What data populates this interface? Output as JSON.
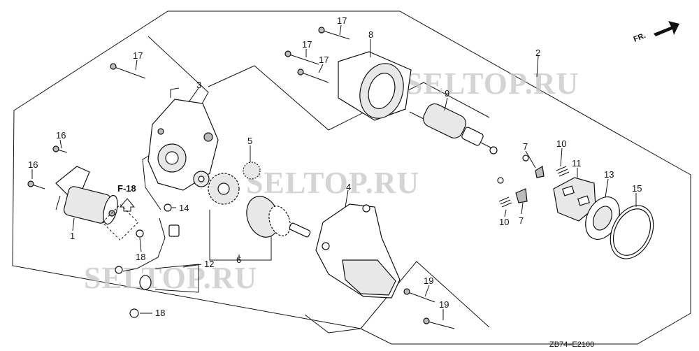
{
  "diagram": {
    "fr_label": "FR.",
    "ref_label": "F-18",
    "drawing_code": "ZB74–E2100",
    "watermarks": [
      "SELTOP.RU",
      "SELTOP.RU",
      "SELTOP.RU"
    ],
    "callouts": {
      "c1": "1",
      "c2": "2",
      "c3": "3",
      "c4": "4",
      "c5": "5",
      "c6": "6",
      "c7a": "7",
      "c7b": "7",
      "c8": "8",
      "c9": "9",
      "c10a": "10",
      "c10b": "10",
      "c11": "11",
      "c12": "12",
      "c13": "13",
      "c14": "14",
      "c15": "15",
      "c16a": "16",
      "c16b": "16",
      "c17a": "17",
      "c17b": "17",
      "c17c": "17",
      "c17d": "17",
      "c18a": "18",
      "c18b": "18",
      "c19a": "19",
      "c19b": "19"
    }
  }
}
